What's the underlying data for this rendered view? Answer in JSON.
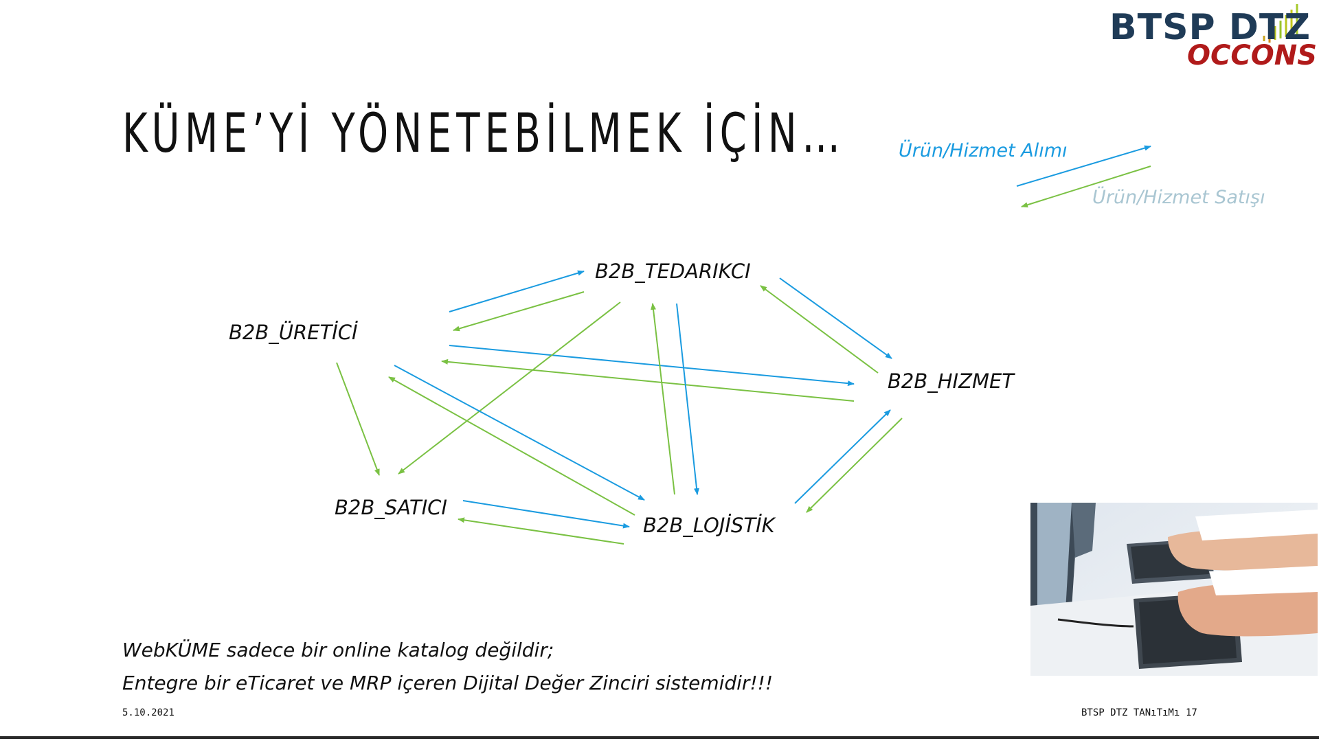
{
  "logo": {
    "brand": "BTSP DTZ",
    "sub": "OCCONS"
  },
  "title": "KÜME’Yİ YÖNETEBİLMEK İÇİN…",
  "legend": {
    "purchase_label": "Ürün/Hizmet Alımı",
    "sale_label": "Ürün/Hizmet Satışı",
    "purchase_color": "#1a9be0",
    "sale_color": "#7ac143"
  },
  "nodes": {
    "tedarikci": "B2B_TEDARIKCI",
    "uretici": "B2B_ÜRETİCİ",
    "hizmet": "B2B_HIZMET",
    "satici": "B2B_SATICI",
    "lojistik": "B2B_LOJİSTİK"
  },
  "note": {
    "line1": "WebKÜME  sadece bir online katalog değildir;",
    "line2": "Entegre bir eTicaret ve MRP içeren Dijital Değer Zinciri sistemidir!!!"
  },
  "footer": {
    "date": "5.10.2021",
    "presentation": "BTSP DTZ TANıTıMı",
    "page": "17"
  },
  "photo_icon": "typing-on-keyboards-photo"
}
